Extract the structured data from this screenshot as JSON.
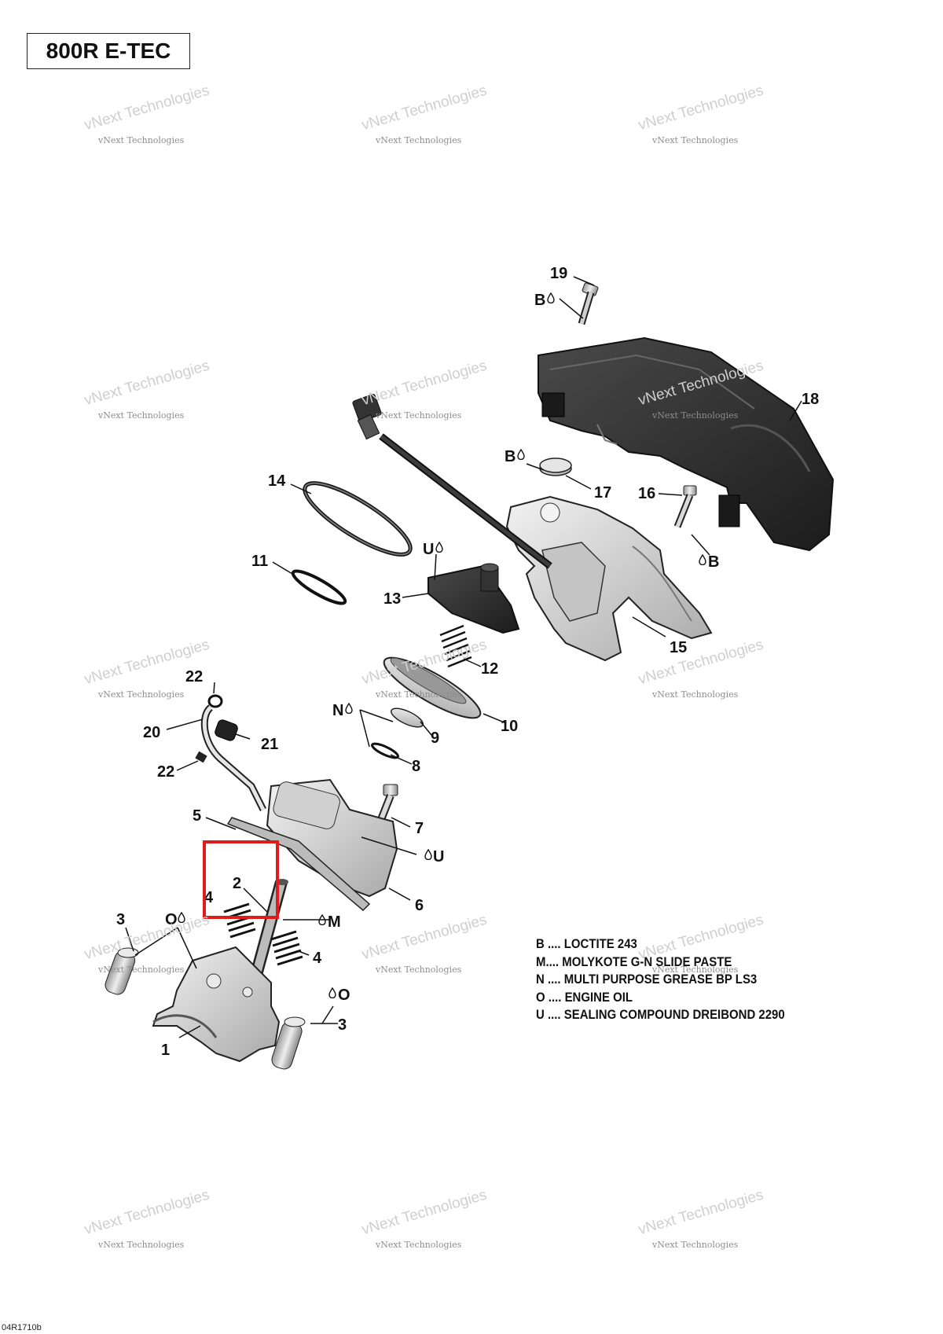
{
  "title": "800R E-TEC",
  "callouts": {
    "c1": "1",
    "c2": "2",
    "c3a": "3",
    "c3b": "3",
    "c4a": "4",
    "c4b": "4",
    "c5": "5",
    "c6": "6",
    "c7": "7",
    "c8": "8",
    "c9": "9",
    "c10": "10",
    "c11": "11",
    "c12": "12",
    "c13": "13",
    "c14": "14",
    "c15": "15",
    "c16": "16",
    "c17": "17",
    "c18": "18",
    "c19": "19",
    "c20": "20",
    "c21": "21",
    "c22a": "22",
    "c22b": "22"
  },
  "markers": {
    "b19": "B",
    "b17": "B",
    "b16": "B",
    "u13": "U",
    "n9": "N",
    "u6": "U",
    "m2": "M",
    "o3a": "O",
    "o3b": "O"
  },
  "legend": [
    "B .... LOCTITE 243",
    "M.... MOLYKOTE G-N SLIDE PASTE",
    "N .... MULTI PURPOSE GREASE BP LS3",
    "O .... ENGINE OIL",
    "U .... SEALING COMPOUND DREIBOND 2290"
  ],
  "watermark": {
    "line1": "vNext Technologies",
    "line2": "vNext Technologies"
  },
  "footer_code": "04R1710b",
  "colors": {
    "highlight": "#e01b1b",
    "part_dark": "#2b2b2b",
    "part_light": "#d8d8d8"
  }
}
